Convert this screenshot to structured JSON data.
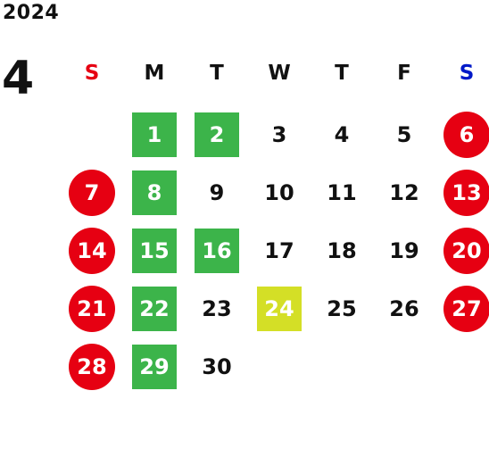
{
  "year": "2024",
  "month": "4",
  "weekdays": [
    {
      "label": "S",
      "color": "#e60012"
    },
    {
      "label": "M",
      "color": "#111111"
    },
    {
      "label": "T",
      "color": "#111111"
    },
    {
      "label": "W",
      "color": "#111111"
    },
    {
      "label": "T",
      "color": "#111111"
    },
    {
      "label": "F",
      "color": "#111111"
    },
    {
      "label": "S",
      "color": "#0019c8"
    }
  ],
  "styles": {
    "holiday": "#e60012",
    "business": "#3cb44a",
    "special": "#d4df26"
  },
  "weeks": [
    [
      null,
      {
        "day": "1",
        "style": "business"
      },
      {
        "day": "2",
        "style": "business"
      },
      {
        "day": "3"
      },
      {
        "day": "4"
      },
      {
        "day": "5"
      },
      {
        "day": "6",
        "style": "holiday"
      }
    ],
    [
      {
        "day": "7",
        "style": "holiday"
      },
      {
        "day": "8",
        "style": "business"
      },
      {
        "day": "9"
      },
      {
        "day": "10"
      },
      {
        "day": "11"
      },
      {
        "day": "12"
      },
      {
        "day": "13",
        "style": "holiday"
      }
    ],
    [
      {
        "day": "14",
        "style": "holiday"
      },
      {
        "day": "15",
        "style": "business"
      },
      {
        "day": "16",
        "style": "business"
      },
      {
        "day": "17"
      },
      {
        "day": "18"
      },
      {
        "day": "19"
      },
      {
        "day": "20",
        "style": "holiday"
      }
    ],
    [
      {
        "day": "21",
        "style": "holiday"
      },
      {
        "day": "22",
        "style": "business"
      },
      {
        "day": "23"
      },
      {
        "day": "24",
        "style": "special"
      },
      {
        "day": "25"
      },
      {
        "day": "26"
      },
      {
        "day": "27",
        "style": "holiday"
      }
    ],
    [
      {
        "day": "28",
        "style": "holiday"
      },
      {
        "day": "29",
        "style": "business"
      },
      {
        "day": "30"
      },
      null,
      null,
      null,
      null
    ]
  ]
}
